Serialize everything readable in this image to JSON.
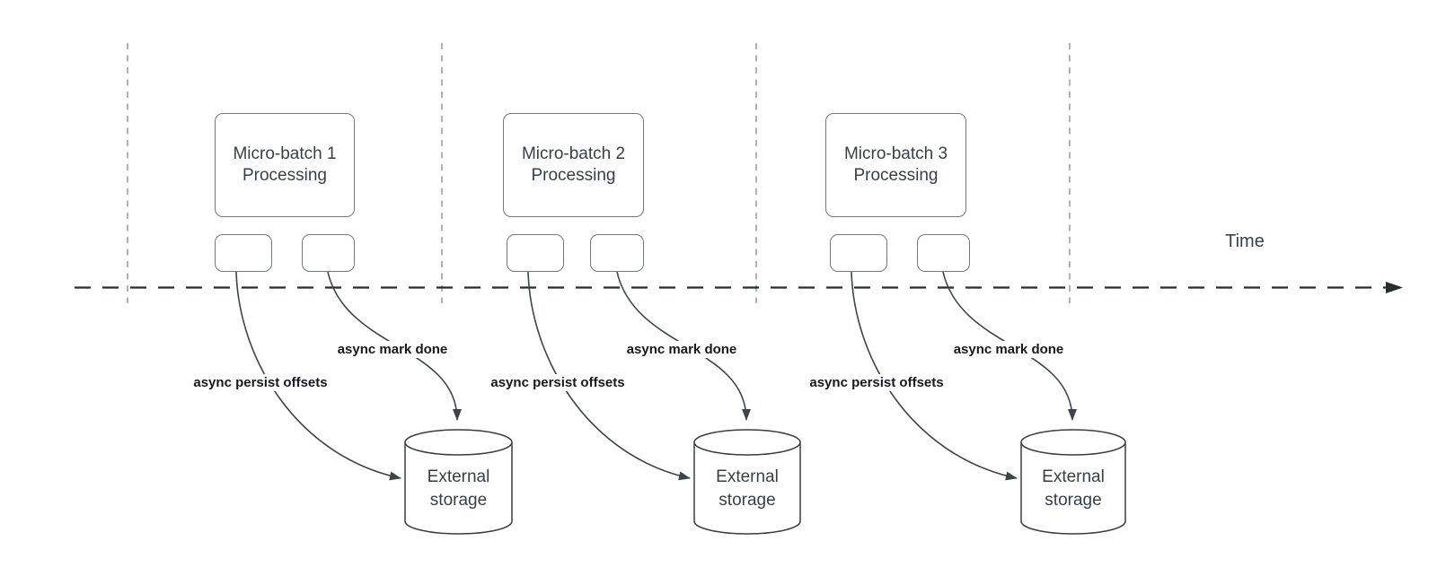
{
  "diagram": {
    "time_axis_label": "Time",
    "groups": [
      {
        "processing_label": "Micro-batch 1\nProcessing",
        "persist_label": "async persist offsets",
        "mark_done_label": "async mark done",
        "storage_label": "External\nstorage"
      },
      {
        "processing_label": "Micro-batch 2\nProcessing",
        "persist_label": "async persist offsets",
        "mark_done_label": "async mark done",
        "storage_label": "External\nstorage"
      },
      {
        "processing_label": "Micro-batch 3\nProcessing",
        "persist_label": "async persist offsets",
        "mark_done_label": "async mark done",
        "storage_label": "External\nstorage"
      }
    ],
    "colors": {
      "axis": "#262b33",
      "guide": "#a8abaf",
      "shape_border": "#73787d",
      "cylinder_border": "#383d44",
      "arrow": "#3e444b",
      "text": "#3a3f45",
      "label_text": "#17191c"
    }
  }
}
